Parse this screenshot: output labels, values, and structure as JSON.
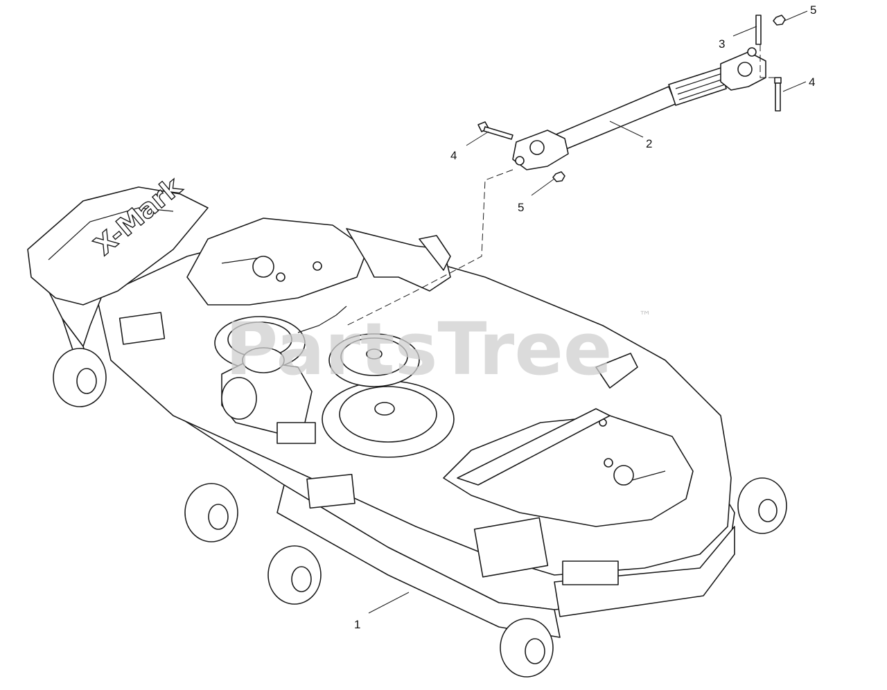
{
  "watermark": {
    "text": "PartsTree",
    "trademark": "™"
  },
  "callouts": [
    {
      "id": "c1",
      "label": "1"
    },
    {
      "id": "c2",
      "label": "2"
    },
    {
      "id": "c3",
      "label": "3"
    },
    {
      "id": "c4a",
      "label": "4"
    },
    {
      "id": "c4b",
      "label": "4"
    },
    {
      "id": "c5a",
      "label": "5"
    },
    {
      "id": "c5b",
      "label": "5"
    }
  ],
  "deck_brand_text": "X-Mark",
  "colors": {
    "ink": "#1a1a1a",
    "background": "#ffffff",
    "watermark": "#d0d0d0"
  }
}
